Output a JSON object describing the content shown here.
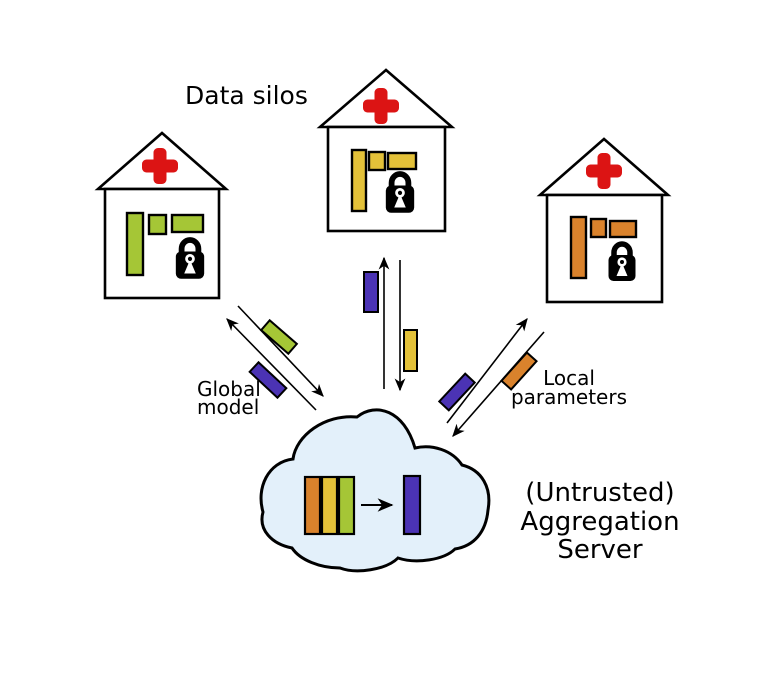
{
  "diagram_title": "Data silos",
  "colors": {
    "red_cross": "#dc1414",
    "green": "#a5c636",
    "yellow": "#e3c139",
    "orange": "#d9822c",
    "purple": "#4b33b4",
    "cloud_fill": "#e3f0fa",
    "house_fill": "#ffffff",
    "outline": "#000000"
  },
  "silos": [
    {
      "id": "left-hospital-silo",
      "color": "#a5c636"
    },
    {
      "id": "middle-hospital-silo",
      "color": "#e3c139"
    },
    {
      "id": "right-hospital-silo",
      "color": "#d9822c"
    }
  ],
  "labels": {
    "global_model": [
      "Global",
      "model"
    ],
    "local_parameters": [
      "Local",
      "parameters"
    ],
    "server": [
      "(Untrusted)",
      "Aggregation",
      "Server"
    ]
  }
}
